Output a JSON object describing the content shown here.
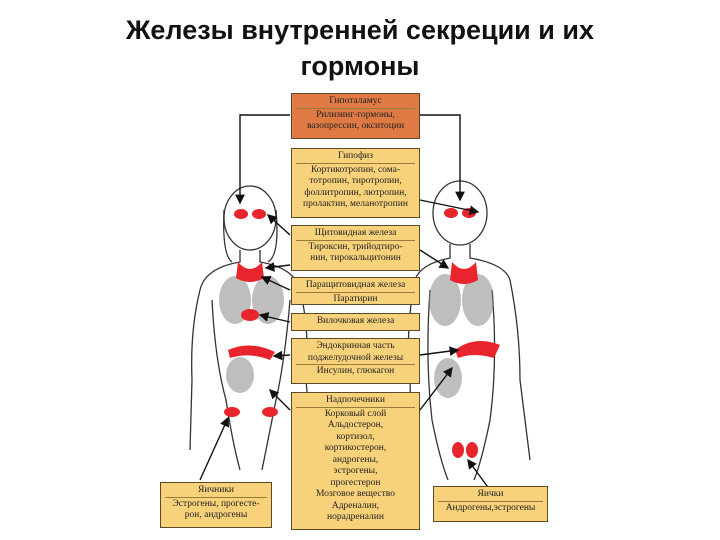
{
  "title": {
    "line1": "Железы внутренней секреции и их",
    "line2": "гормоны"
  },
  "boxes": {
    "hypothalamus": {
      "head": "Гипоталамус",
      "lines": [
        "Рилизинг-гормоны,",
        "вазопрессин, окситоцин"
      ]
    },
    "pituitary": {
      "head": "Гипофиз",
      "lines": [
        "Кортикотропин, сома-",
        "тотропин, тиротропин,",
        "фоллитропин, лютропин,",
        "пролактин, меланотропин"
      ]
    },
    "thyroid": {
      "head": "Щитовидная железа",
      "lines": [
        "Тироксин, трийодтиро-",
        "нин, тирокальцитонин"
      ]
    },
    "parathyroid": {
      "head": "Паращитовидная железа",
      "lines": [
        "Паратирин"
      ]
    },
    "thymus": {
      "head": "Вилочковая железа",
      "lines": []
    },
    "pancreas": {
      "head": "Эндокринная часть поджелудочной железы",
      "lines": [
        "Инсулин, глюкагон"
      ]
    },
    "adrenal": {
      "head": "Надпочечники",
      "lines": [
        "Корковый слой",
        "Альдостерон,",
        "кортизол,",
        "кортикостерон,",
        "андрогены,",
        "эстрогены,",
        "прогестерон",
        "Мозговое вещество",
        "Адреналин,",
        "норадреналин"
      ]
    },
    "ovaries": {
      "head": "Яичники",
      "lines": [
        "Эстрогены, прогесте-",
        "рон, андрогены"
      ]
    },
    "testes": {
      "head": "Яички",
      "lines": [
        "Андрогены,эстрогены"
      ]
    }
  },
  "colors": {
    "box_fill": "#f7d27a",
    "hypothalamus_fill": "#e07a45",
    "gland_red": "#e8242c",
    "organ_gray": "#8a8a8a"
  }
}
